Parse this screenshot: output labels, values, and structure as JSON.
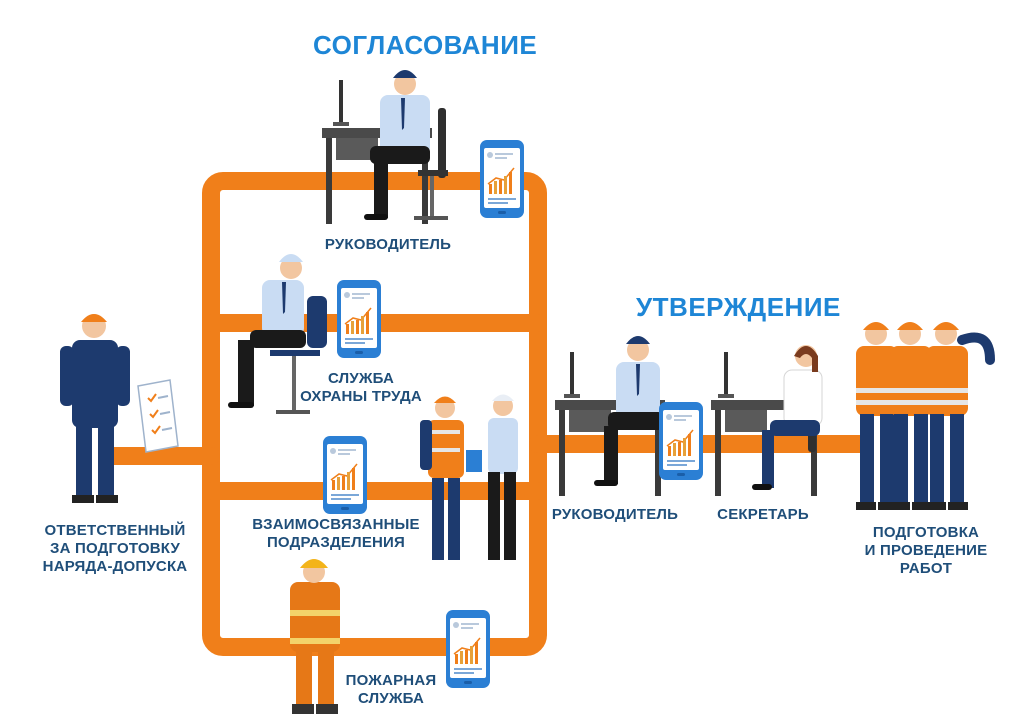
{
  "colors": {
    "pipe": "#f07f1a",
    "heading": "#1e86d6",
    "label": "#1f4e79",
    "navy": "#1d3a6e",
    "shirt": "#c9dcf3",
    "desk": "#4a4a4a",
    "phone_frame": "#2b7fd4"
  },
  "headings": {
    "approval": "СОГЛАСОВАНИЕ",
    "confirmation": "УТВЕРЖДЕНИЕ"
  },
  "labels": {
    "manager_top": "РУКОВОДИТЕЛЬ",
    "safety_service": [
      "СЛУЖБА",
      "ОХРАНЫ ТРУДА"
    ],
    "related_units": [
      "ВЗАИМОСВЯЗАННЫЕ",
      "ПОДРАЗДЕЛЕНИЯ"
    ],
    "fire_service": [
      "ПОЖАРНАЯ",
      "СЛУЖБА"
    ],
    "responsible": [
      "ОТВЕТСТВЕННЫЙ",
      "ЗА ПОДГОТОВКУ",
      "НАРЯДА-ДОПУСКА"
    ],
    "manager_right": "РУКОВОДИТЕЛЬ",
    "secretary": "СЕКРЕТАРЬ",
    "work": [
      "ПОДГОТОВКА",
      "И ПРОВЕДЕНИЕ",
      "РАБОТ"
    ]
  },
  "icons": [
    "phone-chart-icon",
    "checklist-icon",
    "desk-icon",
    "monitor-icon",
    "hard-hat-icon"
  ]
}
